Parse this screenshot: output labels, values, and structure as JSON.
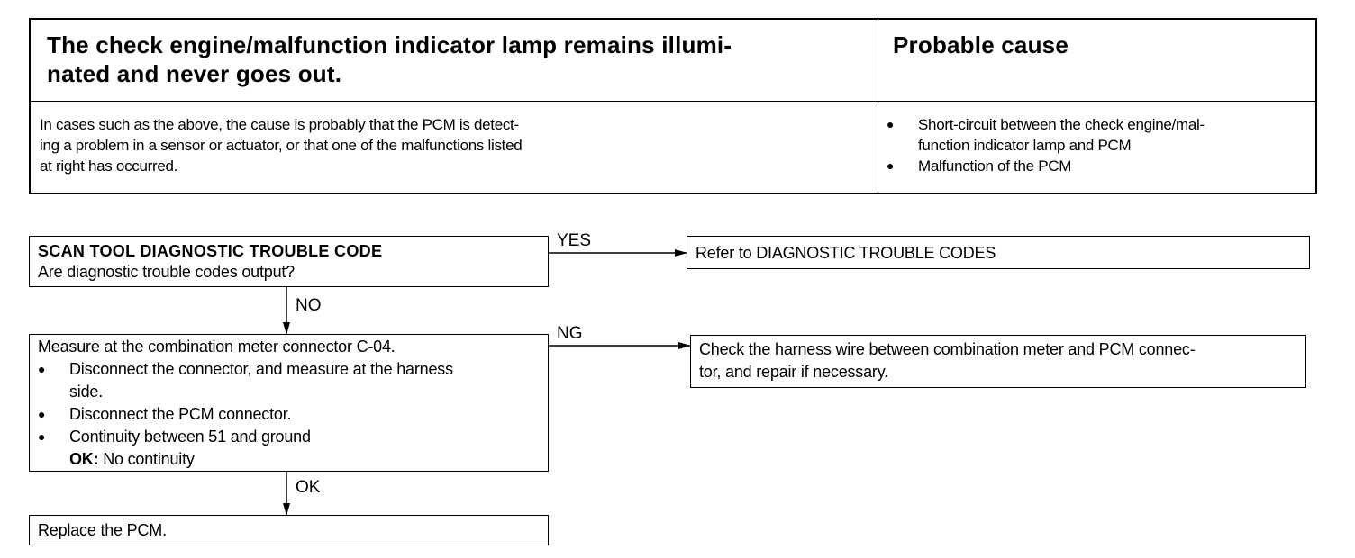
{
  "table": {
    "header_symptom": "The check engine/malfunction indicator lamp remains illuminated and never goes out.",
    "header_symptom_line1": "The check engine/malfunction indicator lamp remains illumi-",
    "header_symptom_line2": "nated and never goes out.",
    "header_cause": "Probable cause",
    "body_description_line1": "In cases such as the above, the cause is probably that the PCM is detect-",
    "body_description_line2": "ing a problem in a sensor or actuator, or that one of the malfunctions listed",
    "body_description_line3": "at right has occurred.",
    "causes": [
      {
        "line1": "Short-circuit between the check engine/mal-",
        "line2": "function indicator lamp and PCM"
      },
      {
        "line1": "Malfunction of the PCM"
      }
    ]
  },
  "flowchart": {
    "step1": {
      "title": "SCAN TOOL DIAGNOSTIC TROUBLE CODE",
      "question": "Are diagnostic trouble codes output?"
    },
    "step1_yes_label": "YES",
    "step1_yes_result": "Refer  to DIAGNOSTIC TROUBLE CODES",
    "step1_no_label": "NO",
    "step2": {
      "title": "Measure at the combination meter connector C-04.",
      "bullets": [
        {
          "line1": "Disconnect the connector, and measure at the harness",
          "line2": "side."
        },
        {
          "line1": "Disconnect the PCM connector."
        },
        {
          "line1": "Continuity between 51 and ground",
          "ok_label": "OK:",
          "ok_value": "No continuity"
        }
      ]
    },
    "step2_ng_label": "NG",
    "step2_ng_result_line1": "Check the harness wire between combination meter and PCM connec-",
    "step2_ng_result_line2": "tor, and repair if necessary.",
    "step2_ok_label": "OK",
    "step3": {
      "text": "Replace the PCM."
    }
  }
}
